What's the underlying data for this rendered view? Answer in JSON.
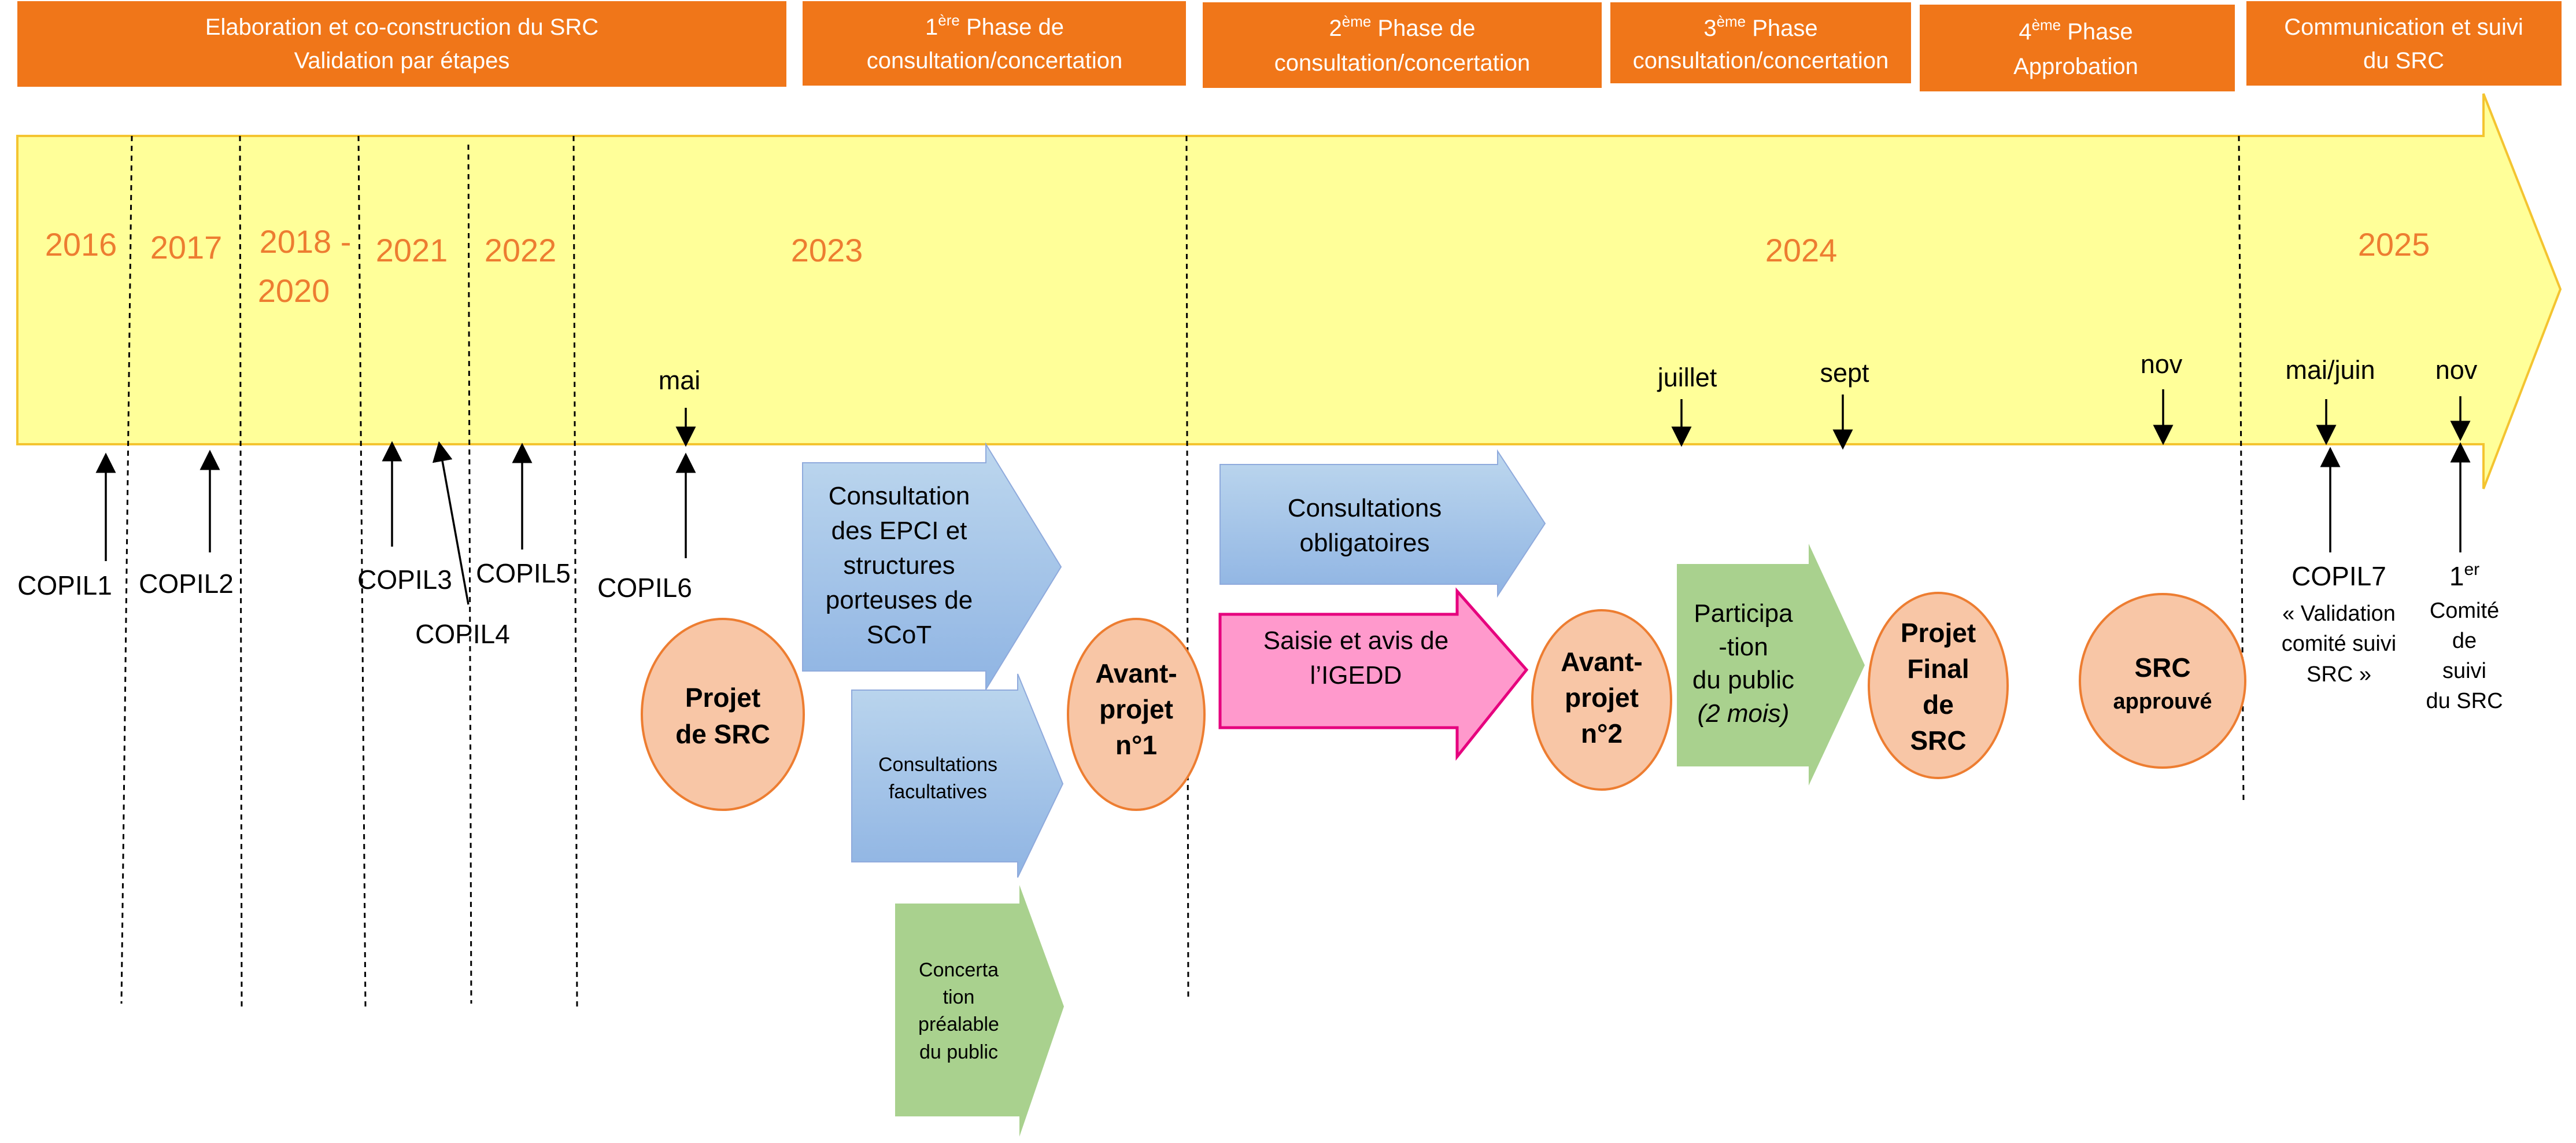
{
  "phases": [
    {
      "line1": "Elaboration et co-construction du SRC",
      "line2": "Validation par étapes"
    },
    {
      "line1": "1",
      "sup": "ère",
      "line1b": " Phase de",
      "line2": "consultation/concertation"
    },
    {
      "line1": "2",
      "sup": "ème",
      "line1b": " Phase de",
      "line2": "consultation/concertation"
    },
    {
      "line1": "3",
      "sup": "ème",
      "line1b": " Phase",
      "line2": "consultation/concertation"
    },
    {
      "line1": "4",
      "sup": "ème",
      "line1b": " Phase",
      "line2": "Approbation"
    },
    {
      "line1": "Communication et suivi",
      "line2": "du SRC"
    }
  ],
  "years": {
    "y2016": "2016",
    "y2017": "2017",
    "y2018a": "2018 -",
    "y2018b": "2020",
    "y2021": "2021",
    "y2022": "2022",
    "y2023": "2023",
    "y2024": "2024",
    "y2025": "2025"
  },
  "months": {
    "mai": "mai",
    "juillet": "juillet",
    "sept": "sept",
    "nov1": "nov",
    "maijuin": "mai/juin",
    "nov2": "nov"
  },
  "copils": {
    "c1": "COPIL1",
    "c2": "COPIL2",
    "c3": "COPIL3",
    "c4": "COPIL4",
    "c5": "COPIL5",
    "c6": "COPIL6",
    "c7": "COPIL7",
    "c7_l1": "« Validation",
    "c7_l2": "comité suivi",
    "c7_l3": "SRC »",
    "first": "1",
    "first_sup": "er",
    "first_l1": "Comité",
    "first_l2": "de",
    "first_l3": "suivi",
    "first_l4": "du SRC"
  },
  "milestones": {
    "projet_l1": "Projet",
    "projet_l2": "de SRC",
    "ap1_l1": "Avant-",
    "ap1_l2": "projet",
    "ap1_l3": "n°1",
    "ap2_l1": "Avant-",
    "ap2_l2": "projet",
    "ap2_l3": "n°2",
    "final_l1": "Projet",
    "final_l2": "Final",
    "final_l3": "de",
    "final_l4": "SRC",
    "approuve_l1": "SRC",
    "approuve_l2": "approuvé"
  },
  "arrows": {
    "epci_l1": "Consultation",
    "epci_l2": "des EPCI et",
    "epci_l3": "structures",
    "epci_l4": "porteuses de",
    "epci_l5": "SCoT",
    "facult_l1": "Consultations",
    "facult_l2": "facultatives",
    "concert_l1": "Concerta",
    "concert_l2": "tion",
    "concert_l3": "préalable",
    "concert_l4": "du public",
    "oblig_l1": "Consultations",
    "oblig_l2": "obligatoires",
    "igedd_l1": "Saisie et avis de",
    "igedd_l2": "l’IGEDD",
    "partic_l1": "Participa",
    "partic_l2": "-tion",
    "partic_l3": "du public",
    "partic_l4": "(2 mois)"
  },
  "colors": {
    "phase_orange": "#F07619",
    "timeline_yellow": "#FFFF99",
    "timeline_border": "#F4C430",
    "year_orange": "#ED7D31",
    "circle_fill": "#F8C6A6",
    "circle_stroke": "#ED7D31",
    "blue_arrow": "#9DC3E6",
    "green_arrow": "#A9D18E",
    "pink_arrow": "#FF99CC",
    "pink_stroke": "#E6007E"
  }
}
